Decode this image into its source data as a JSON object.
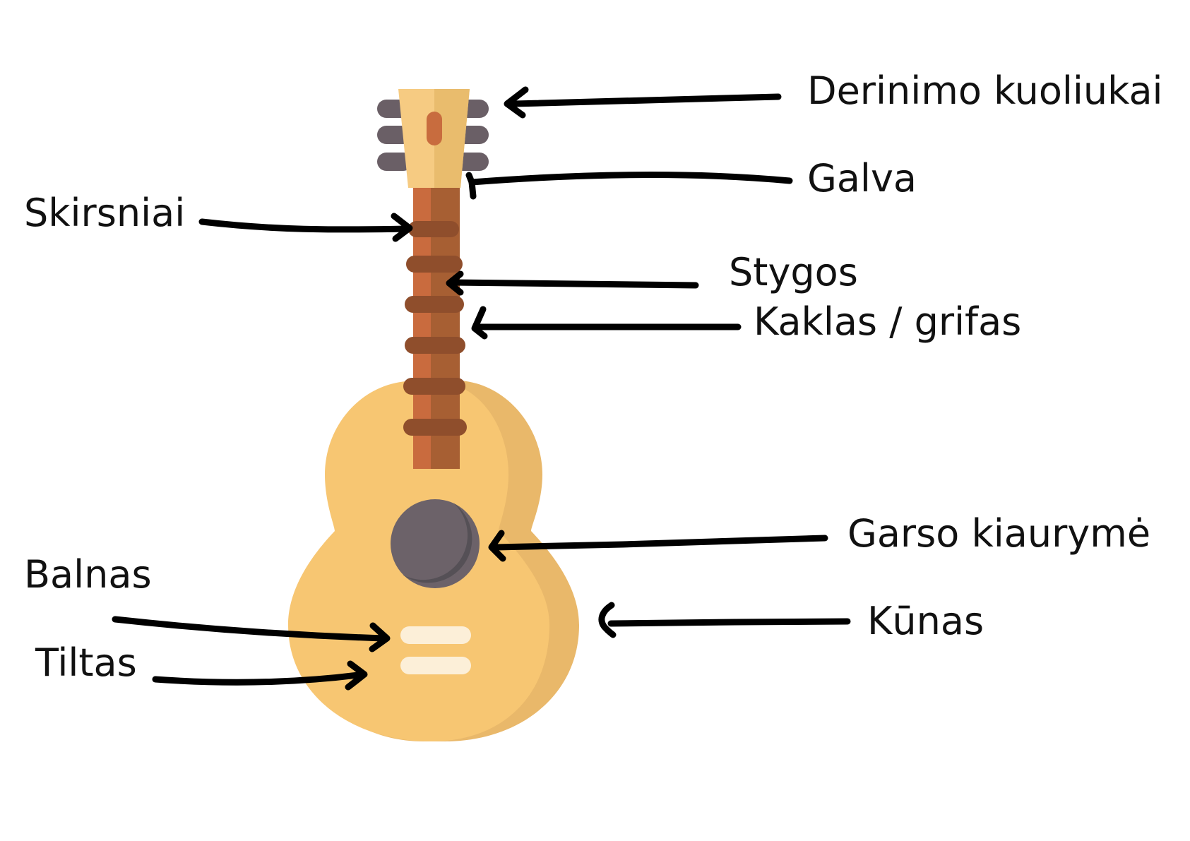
{
  "labels": {
    "tuning_pegs": "Derinimo kuoliukai",
    "head": "Galva",
    "frets": "Skirsniai",
    "strings": "Stygos",
    "neck": "Kaklas / grifas",
    "sound_hole": "Garso kiaurymė",
    "saddle": "Balnas",
    "body": "Kūnas",
    "bridge": "Tiltas"
  },
  "colors": {
    "body_light": "#F7C672",
    "body_shadow": "#E9B86A",
    "neck_light": "#C96B3E",
    "neck_dark": "#A75F33",
    "frets": "#8F4E2C",
    "headstock_light": "#F6CB82",
    "headstock_shadow": "#E9BC6D",
    "headstock_slot": "#C86C3E",
    "pegs": "#6A5F66",
    "sound_hole_outer": "#6C6269",
    "sound_hole_inner": "#555056",
    "bridge": "#FCEFD8",
    "arrow": "#000000",
    "text": "#111111"
  }
}
